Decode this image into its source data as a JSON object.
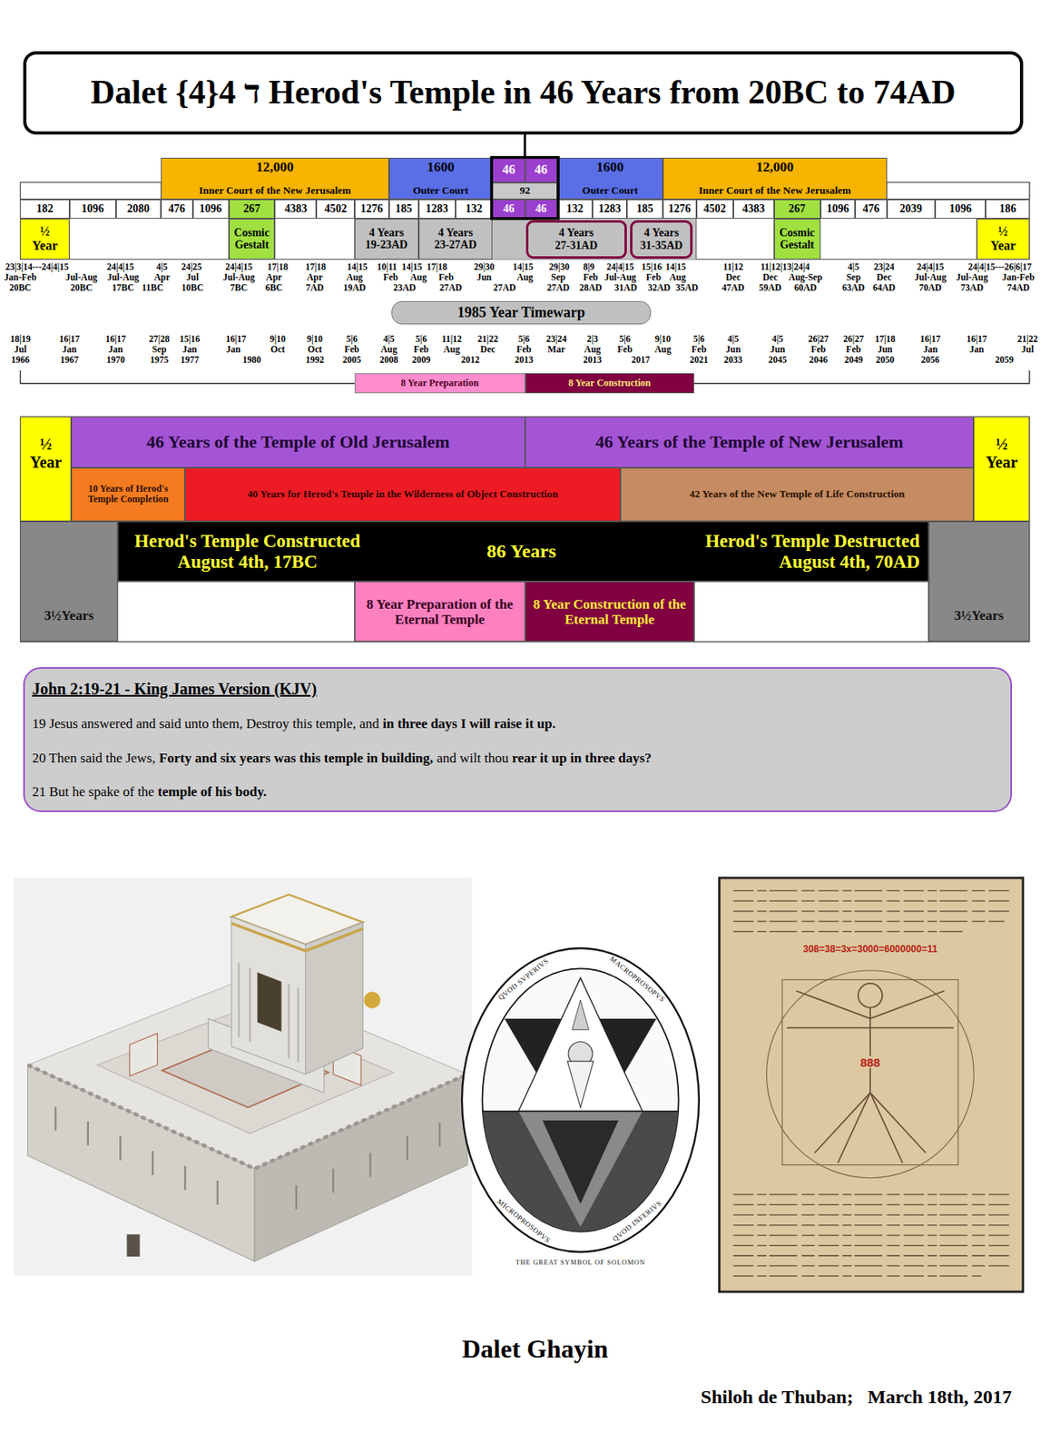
{
  "diagram": {
    "title": "Dalet ד 4{4} Herod's Temple in 46 Years from 20BC to 74AD",
    "caption": "Dalet Ghayin",
    "nodes": [
      {
        "text": [
          "12,000",
          "Inner Court of the New Jerusalem"
        ]
      },
      {
        "text": [
          "1600",
          "Outer Court"
        ]
      },
      {
        "text": [
          "46"
        ]
      },
      {
        "text": [
          "46"
        ]
      },
      {
        "text": [
          "92"
        ]
      },
      {
        "text": [
          "1600",
          "Outer Court"
        ]
      },
      {
        "text": [
          "12,000",
          "Inner Court of the New Jerusalem"
        ]
      },
      {
        "text": [
          "182"
        ]
      },
      {
        "text": [
          "1096"
        ]
      },
      {
        "text": [
          "2080"
        ]
      },
      {
        "text": [
          "476"
        ]
      },
      {
        "text": [
          "1096"
        ]
      },
      {
        "text": [
          "267"
        ]
      },
      {
        "text": [
          "4383"
        ]
      },
      {
        "text": [
          "4502"
        ]
      },
      {
        "text": [
          "1276"
        ]
      },
      {
        "text": [
          "185"
        ]
      },
      {
        "text": [
          "1283"
        ]
      },
      {
        "text": [
          "132"
        ]
      },
      {
        "text": [
          "46"
        ]
      },
      {
        "text": [
          "46"
        ]
      },
      {
        "text": [
          "132"
        ]
      },
      {
        "text": [
          "1283"
        ]
      },
      {
        "text": [
          "185"
        ]
      },
      {
        "text": [
          "1276"
        ]
      },
      {
        "text": [
          "4502"
        ]
      },
      {
        "text": [
          "4383"
        ]
      },
      {
        "text": [
          "267"
        ]
      },
      {
        "text": [
          "1096"
        ]
      },
      {
        "text": [
          "476"
        ]
      },
      {
        "text": [
          "2039"
        ]
      },
      {
        "text": [
          "1096"
        ]
      },
      {
        "text": [
          "186"
        ]
      },
      {
        "text": [
          "½ Year"
        ]
      },
      {
        "text": [
          "Cosmic Gestalt"
        ]
      },
      {
        "text": [
          "4 Years 19-23AD"
        ]
      },
      {
        "text": [
          "4 Years 23-27AD"
        ]
      },
      {
        "text": [
          "4 Years 27-31AD"
        ]
      },
      {
        "text": [
          "4 Years 31-35AD"
        ]
      },
      {
        "text": [
          "Cosmic Gestalt"
        ]
      },
      {
        "text": [
          "½ Year"
        ]
      },
      {
        "text": [
          "1985 Year Timewarp"
        ]
      },
      {
        "text": [
          "8 Year Preparation"
        ]
      },
      {
        "text": [
          "8 Year Construction"
        ]
      },
      {
        "text": [
          "½ Year"
        ]
      },
      {
        "text": [
          "46 Years of the Temple of Old Jerusalem"
        ]
      },
      {
        "text": [
          "46 Years of the Temple of New Jerusalem"
        ]
      },
      {
        "text": [
          "½ Year"
        ]
      },
      {
        "text": [
          "10 Years of Herod's Temple Completion"
        ]
      },
      {
        "text": [
          "40 Years for Herod's Temple in the Wilderness of Object Construction"
        ]
      },
      {
        "text": [
          "42 Years of the New Temple of Life Construction"
        ]
      },
      {
        "text": [
          "3½Years"
        ]
      },
      {
        "text": [
          "Herod's Temple Constructed August 4th, 17BC",
          "86 Years",
          "Herod's Temple Destructed August 4th, 70AD"
        ]
      },
      {
        "text": [
          "3½Years"
        ]
      },
      {
        "text": [
          "8 Year Preparation of the Eternal Temple"
        ]
      },
      {
        "text": [
          "8 Year Construction of the Eternal Temple"
        ]
      },
      {
        "text": [
          "John 2:19-21 - King James Version (KJV)",
          "19 Jesus answered and said unto them, Destroy this temple, and",
          "in three days I will raise it up.",
          "20 Then said the Jews,",
          "Forty and six years was this temple in building,",
          "and wilt thou",
          "rear it up in three days?",
          "21 But he spake of the",
          "temple of his body."
        ]
      }
    ],
    "labels": [
      "23|3|14---24|4|15",
      "24|4|15",
      "4|5",
      "24|25",
      "24|4|15",
      "17|18",
      "17|18",
      "14|15",
      "10|11",
      "14|15",
      "17|18",
      "29|30",
      "14|15",
      "29|30",
      "8|9",
      "24|4|15",
      "15|16",
      "14|15",
      "11|12",
      "11|12|13|24|4",
      "4|5",
      "23|24",
      "24|4|15",
      "24|4|15---26|6|17",
      "Jan-Feb",
      "Jul-Aug",
      "Jul-Aug",
      "Apr",
      "Jul",
      "Jul-Aug",
      "Apr",
      "Apr",
      "Aug",
      "Feb",
      "Aug",
      "Feb",
      "Jun",
      "Aug",
      "Sep",
      "Feb",
      "Jul-Aug",
      "Feb",
      "Aug",
      "Dec",
      "Dec",
      "Aug-Sep",
      "Sep",
      "Dec",
      "Jul-Aug",
      "Jul-Aug",
      "Jan-Feb",
      "20BC",
      "20BC",
      "17BC",
      "11BC",
      "10BC",
      "7BC",
      "6BC",
      "7AD",
      "19AD",
      "23AD",
      "27AD",
      "27AD",
      "27AD",
      "28AD",
      "31AD",
      "32AD",
      "35AD",
      "47AD",
      "59AD",
      "60AD",
      "63AD",
      "64AD",
      "70AD",
      "73AD",
      "74AD",
      "18|19",
      "16|17",
      "16|17",
      "27|28",
      "15|16",
      "16|17",
      "9|10",
      "9|10",
      "5|6",
      "4|5",
      "5|6",
      "11|12",
      "21|22",
      "5|6",
      "23|24",
      "2|3",
      "5|6",
      "9|10",
      "5|6",
      "4|5",
      "4|5",
      "26|27",
      "26|27",
      "17|18",
      "16|17",
      "16|17",
      "21|22",
      "Jul",
      "Jan",
      "Jan",
      "Sep",
      "Jan",
      "Jan",
      "Oct",
      "Oct",
      "Feb",
      "Aug",
      "Feb",
      "Aug",
      "Dec",
      "Feb",
      "Mar",
      "Aug",
      "Feb",
      "Aug",
      "Feb",
      "Jun",
      "Jun",
      "Feb",
      "Feb",
      "Jun",
      "Jan",
      "Jan",
      "Jul",
      "1966",
      "1967",
      "1970",
      "1975",
      "1977",
      "1980",
      "1992",
      "2005",
      "2008",
      "2009",
      "2012",
      "2013",
      "2013",
      "2017",
      "2021",
      "2033",
      "2045",
      "2046",
      "2049",
      "2050",
      "2056",
      "2059",
      "QVOD SVPERIVS",
      "MACROPROSOPVS",
      "MICROPROSOPVS",
      "QVOD INFERIVS",
      "THE GREAT SYMBOL OF SOLOMON",
      "308=38=3x=3000=6000000=11",
      "888",
      "Shiloh de Thuban;   March 18th, 2017"
    ]
  }
}
